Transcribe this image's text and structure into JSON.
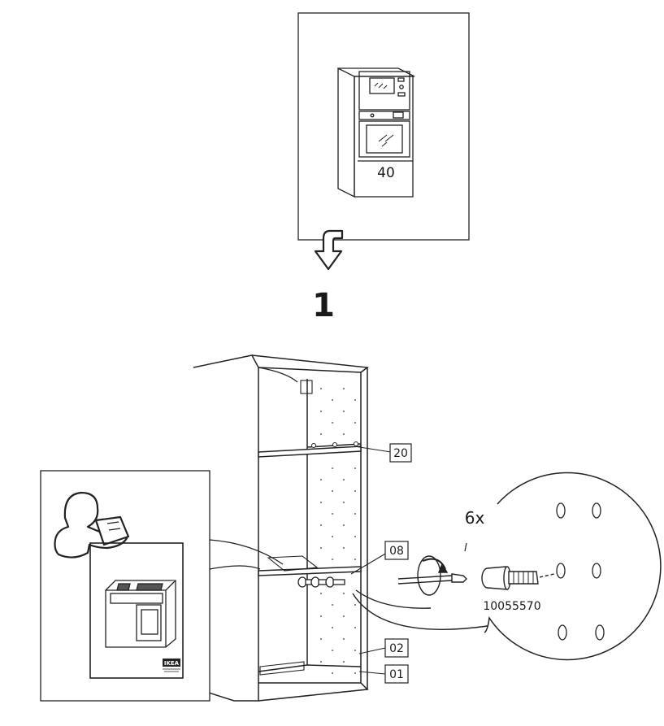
{
  "top_panel": {
    "cabinet_height_label": "40"
  },
  "step": {
    "number": "1"
  },
  "callouts": {
    "shelf_label": "20",
    "part_08": "08",
    "part_02": "02",
    "part_01": "01"
  },
  "detail": {
    "quantity": "6x",
    "screw_part_number": "10055570"
  },
  "manual_box": {
    "brand": "IKEA"
  }
}
